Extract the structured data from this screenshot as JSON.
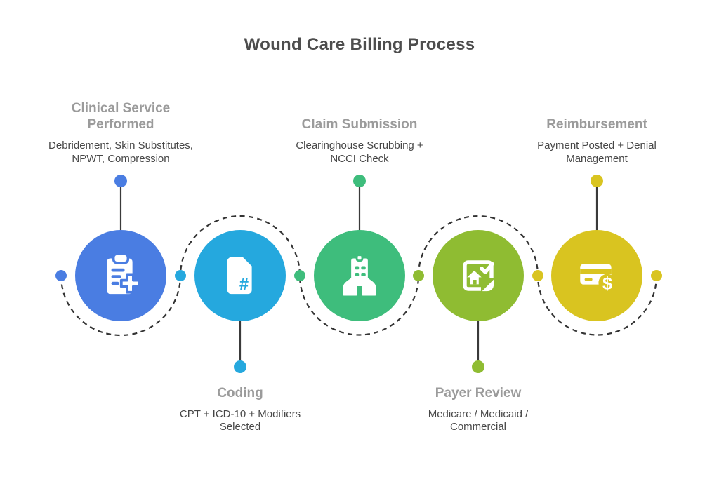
{
  "title": "Wound Care Billing Process",
  "steps": [
    {
      "title": "Clinical Service\nPerformed",
      "sub": "Debridement, Skin Substitutes,\nNPWT, Compression",
      "color": "#4a7de2",
      "icon": "clipboard-plus-icon",
      "label_position": "top"
    },
    {
      "title": "Coding",
      "sub": "CPT + ICD-10 + Modifiers\nSelected",
      "color": "#25a8de",
      "icon": "file-hash-icon",
      "icon_glyph": "#",
      "label_position": "bottom"
    },
    {
      "title": "Claim Submission",
      "sub": "Clearinghouse Scrubbing +\nNCCI Check",
      "color": "#3ebd7c",
      "icon": "hands-clipboard-icon",
      "label_position": "top"
    },
    {
      "title": "Payer Review",
      "sub": "Medicare / Medicaid /\nCommercial",
      "color": "#8fbc32",
      "icon": "note-house-check-icon",
      "label_position": "bottom"
    },
    {
      "title": "Reimbursement",
      "sub": "Payment Posted + Denial\nManagement",
      "color": "#d9c420",
      "icon": "credit-card-dollar-icon",
      "icon_glyph": "$",
      "label_position": "top"
    }
  ],
  "connector": {
    "style": "dashed-wave",
    "line_color": "#333333"
  }
}
